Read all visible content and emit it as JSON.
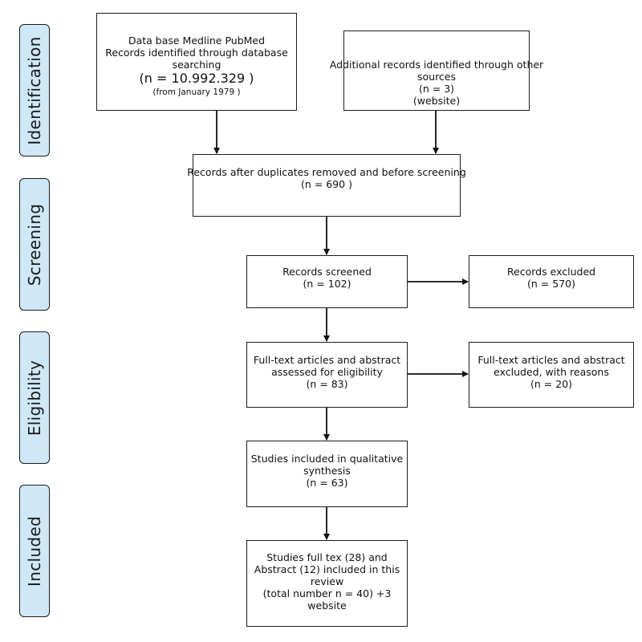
{
  "stages": {
    "identification": "Identification",
    "screening": "Screening",
    "eligibility": "Eligibility",
    "included": "Included"
  },
  "boxes": {
    "database": {
      "line1": "Data base Medline PubMed",
      "line2": "Records identified through database",
      "line3": "searching",
      "count": "(n =  10.992.329  )",
      "note": "(from January 1979 )"
    },
    "additional": {
      "line1": "Additional records identified through other",
      "line2": "sources",
      "count": "(n =  3)",
      "note": "(website)"
    },
    "duplicates": {
      "line1": "Records after duplicates removed and before screening",
      "count": "(n =  690  )"
    },
    "screened": {
      "line1": "Records screened",
      "count": "(n = 102)"
    },
    "excluded": {
      "line1": "Records excluded",
      "count": "(n =   570)"
    },
    "fulltext": {
      "line1": "Full-text articles  and abstract",
      "line2": "assessed for eligibility",
      "count": "(n = 83)"
    },
    "fulltext_excluded": {
      "line1": "Full-text articles and abstract",
      "line2": "excluded, with reasons",
      "count": "(n =  20)"
    },
    "qualitative": {
      "line1": "Studies included in qualitative",
      "line2": "synthesis",
      "count": "(n =  63)"
    },
    "review": {
      "line1": "Studies  full tex (28) and",
      "line2": "Abstract (12)  included in  this",
      "line3": "review",
      "line4": "(total number n = 40) +3",
      "line5": "website"
    }
  }
}
